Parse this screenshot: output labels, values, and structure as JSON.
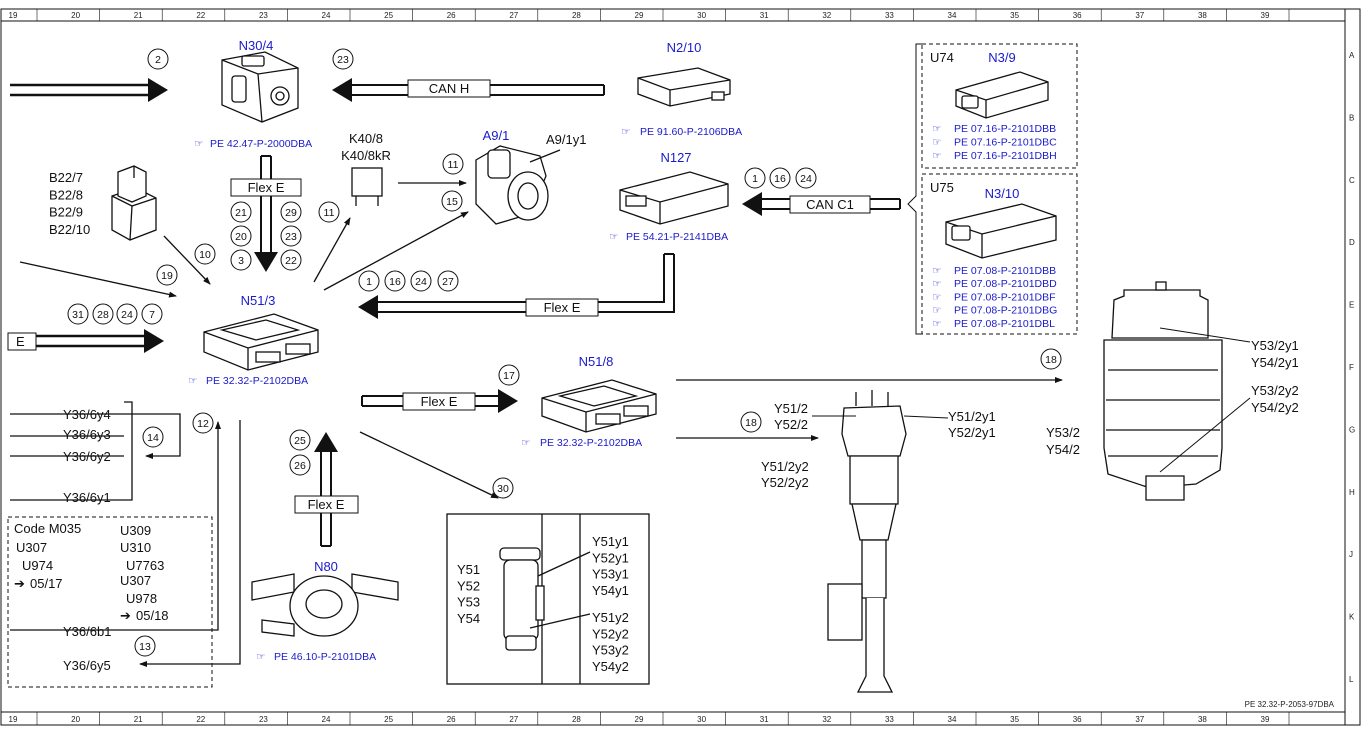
{
  "grid": {
    "columns": [
      "19",
      "20",
      "21",
      "22",
      "23",
      "24",
      "25",
      "26",
      "27",
      "28",
      "29",
      "30",
      "31",
      "32",
      "33",
      "34",
      "35",
      "36",
      "37",
      "38",
      "39"
    ],
    "rows": [
      "A",
      "B",
      "C",
      "D",
      "E",
      "F",
      "G",
      "H",
      "J",
      "K",
      "L"
    ]
  },
  "components": {
    "n30_4": {
      "name": "N30/4",
      "ref": "PE 42.47-P-2000DBA"
    },
    "n2_10": {
      "name": "N2/10",
      "ref": "PE 91.60-P-2106DBA"
    },
    "u74": {
      "code": "U74",
      "name": "N3/9",
      "refs": [
        "PE 07.16-P-2101DBB",
        "PE 07.16-P-2101DBC",
        "PE 07.16-P-2101DBH"
      ]
    },
    "u75": {
      "code": "U75",
      "name": "N3/10",
      "refs": [
        "PE 07.08-P-2101DBB",
        "PE 07.08-P-2101DBD",
        "PE 07.08-P-2101DBF",
        "PE 07.08-P-2101DBG",
        "PE 07.08-P-2101DBL"
      ]
    },
    "k40": {
      "line1": "K40/8",
      "line2": "K40/8kR"
    },
    "a9_1": {
      "name": "A9/1",
      "sub": "A9/1y1"
    },
    "n127": {
      "name": "N127",
      "ref": "PE 54.21-P-2141DBA"
    },
    "b22": {
      "lines": [
        "B22/7",
        "B22/8",
        "B22/9",
        "B22/10"
      ]
    },
    "n51_3": {
      "name": "N51/3",
      "ref": "PE 32.32-P-2102DBA"
    },
    "n51_8": {
      "name": "N51/8",
      "ref": "PE 32.32-P-2102DBA"
    },
    "n80": {
      "name": "N80",
      "ref": "PE 46.10-P-2101DBA"
    },
    "front_strut": {
      "top_left": [
        "Y51/2",
        "Y52/2"
      ],
      "top_right": [
        "Y51/2y1",
        "Y52/2y1"
      ],
      "mid_left": [
        "Y51/2y2",
        "Y52/2y2"
      ]
    },
    "rear_spring": {
      "right_top": [
        "Y53/2y1",
        "Y54/2y1"
      ],
      "right_mid": [
        "Y53/2y2",
        "Y54/2y2"
      ],
      "left": [
        "Y53/2",
        "Y54/2"
      ]
    },
    "valve_box": {
      "left": [
        "Y51",
        "Y52",
        "Y53",
        "Y54"
      ],
      "upper": [
        "Y51y1",
        "Y52y1",
        "Y53y1",
        "Y54y1"
      ],
      "lower": [
        "Y51y2",
        "Y52y2",
        "Y53y2",
        "Y54y2"
      ]
    },
    "left_outputs": [
      "Y36/6y4",
      "Y36/6y3",
      "Y36/6y2",
      "Y36/6y1",
      "Y36/6b1",
      "Y36/6y5"
    ],
    "codes": {
      "left": [
        "Code M035",
        "U307",
        "U974"
      ],
      "left_date": "05/17",
      "right": [
        "U309",
        "U310",
        "U7763",
        "U307",
        "U978"
      ],
      "right_date": "05/18"
    }
  },
  "buses": {
    "can_h": "CAN H",
    "can_c1": "CAN C1",
    "flex_e": "Flex E",
    "e_edge": "E"
  },
  "circles": {
    "c2": "2",
    "c23": "23",
    "c21": "21",
    "c20": "20",
    "c3": "3",
    "c29": "29",
    "c23b": "23",
    "c22": "22",
    "c11a": "11",
    "c11b": "11",
    "c15": "15",
    "c1a": "1",
    "c16a": "16",
    "c24a": "24",
    "c10": "10",
    "c19": "19",
    "c31": "31",
    "c28": "28",
    "c24b": "24",
    "c7": "7",
    "c1b": "1",
    "c16b": "16",
    "c24c": "24",
    "c27": "27",
    "c17": "17",
    "c18a": "18",
    "c18b": "18",
    "c14": "14",
    "c12": "12",
    "c25": "25",
    "c26": "26",
    "c13": "13",
    "c30": "30"
  },
  "footer": {
    "doc_id": "PE 32.32-P-2053-97DBA"
  },
  "colors": {
    "ink": "#111111",
    "ref_blue": "#1a1acc",
    "component_blue": "#1a1acc"
  }
}
